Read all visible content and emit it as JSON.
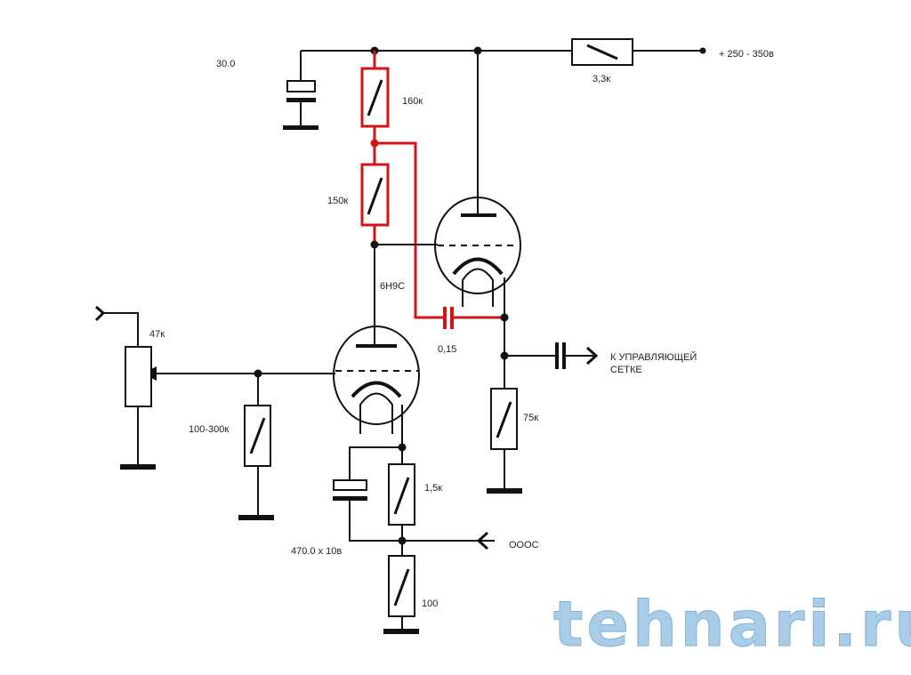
{
  "labels": {
    "c_supply": "30.0",
    "r_160k": "160к",
    "r_150k": "150к",
    "r_3k3": "3,3к",
    "supply_voltage": "+ 250 - 350в",
    "tube": "6Н9С",
    "c_coupling": "0,15",
    "output_line1": "К  УПРАВЛЯЮЩЕЙ",
    "output_line2": "СЕТКЕ",
    "r_75k": "75к",
    "pot_47k": "47к",
    "r_grid": "100-300к",
    "r_1k5": "1,5к",
    "feedback": "ОООС",
    "c_cathode": "470.0 x 10в",
    "r_100": "100"
  },
  "watermark": "tehnari.ru",
  "colors": {
    "wire": "#111111",
    "highlight": "#d41414",
    "watermark": "#a9cde6"
  }
}
